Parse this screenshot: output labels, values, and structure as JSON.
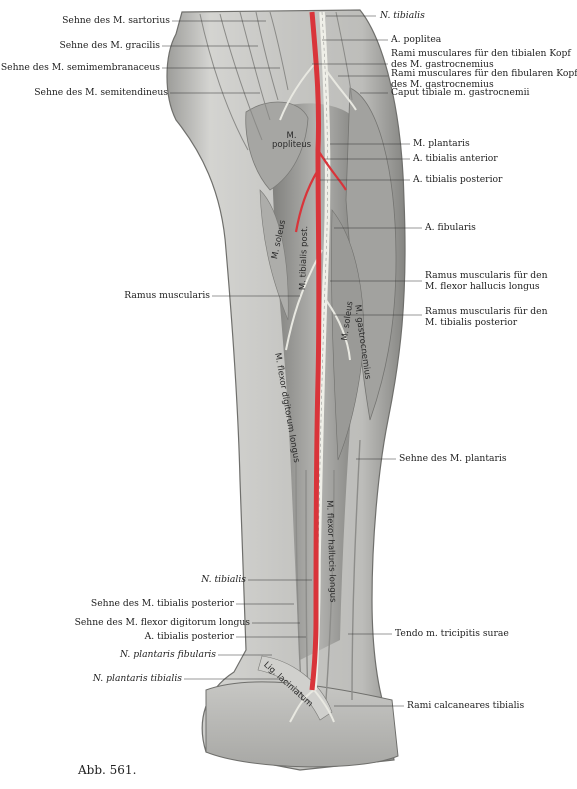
{
  "figure_label": "Abb. 561.",
  "labels_left": [
    {
      "id": "sartorius",
      "text": "Sehne des M. sartorius",
      "italic": false
    },
    {
      "id": "gracilis",
      "text": "Sehne des M. gracilis",
      "italic": false
    },
    {
      "id": "semimembranaceus",
      "text": "Sehne des M. semimembranaceus",
      "italic": false
    },
    {
      "id": "semitendineus",
      "text": "Sehne des M. semitendineus",
      "italic": false
    },
    {
      "id": "ramus-muscularis",
      "text": "Ramus muscularis",
      "italic": false
    },
    {
      "id": "n-tibialis-low",
      "text": "N. tibialis",
      "italic": true
    },
    {
      "id": "tendon-tib-post",
      "text": "Sehne des M. tibialis posterior",
      "italic": false
    },
    {
      "id": "tendon-flex-dig",
      "text": "Sehne des M. flexor digitorum longus",
      "italic": false
    },
    {
      "id": "a-tib-post-low",
      "text": "A. tibialis posterior",
      "italic": false
    },
    {
      "id": "n-plantaris-fib",
      "text": "N. plantaris fibularis",
      "italic": true
    },
    {
      "id": "n-plantaris-tib",
      "text": "N. plantaris tibialis",
      "italic": true
    }
  ],
  "labels_right": [
    {
      "id": "n-tibialis-top",
      "text": "N. tibialis",
      "italic": true
    },
    {
      "id": "a-poplitea",
      "text": "A. poplitea",
      "italic": false
    },
    {
      "id": "rami-tib",
      "text": "Rami musculares für den tibialen Kopf\ndes M. gastrocnemius",
      "italic": false
    },
    {
      "id": "rami-fib",
      "text": "Rami musculares für den fibularen Kopf\ndes M. gastrocnemius",
      "italic": false
    },
    {
      "id": "caput-tib",
      "text": "Caput tibiale m. gastrocnemii",
      "italic": false
    },
    {
      "id": "m-plantaris",
      "text": "M. plantaris",
      "italic": false
    },
    {
      "id": "a-tib-ant",
      "text": "A. tibialis anterior",
      "italic": false
    },
    {
      "id": "a-tib-post",
      "text": "A. tibialis posterior",
      "italic": false
    },
    {
      "id": "a-fibularis",
      "text": "A. fibularis",
      "italic": false
    },
    {
      "id": "ramus-flex-hall",
      "text": "Ramus muscularis für den\nM. flexor hallucis longus",
      "italic": false
    },
    {
      "id": "ramus-tib-post",
      "text": "Ramus muscularis für den\nM. tibialis posterior",
      "italic": false
    },
    {
      "id": "sehne-plantaris",
      "text": "Sehne des M. plantaris",
      "italic": false
    },
    {
      "id": "tendo-tric",
      "text": "Tendo m. tricipitis surae",
      "italic": false
    },
    {
      "id": "rami-calc",
      "text": "Rami calcaneares tibialis",
      "italic": false
    }
  ],
  "muscle_labels": [
    {
      "id": "popliteus",
      "text": "M.\npopliteus"
    },
    {
      "id": "soleus-left",
      "text": "M. soleus"
    },
    {
      "id": "tibialis-post",
      "text": "M. tibialis post."
    },
    {
      "id": "soleus-right",
      "text": "M. soleus"
    },
    {
      "id": "gastrocnemius",
      "text": "M. gastrocnemius"
    },
    {
      "id": "flexor-dig",
      "text": "M. flexor digitorum longus"
    },
    {
      "id": "flexor-hall",
      "text": "M. flexor hallucis longus"
    },
    {
      "id": "lig-lac",
      "text": "Lig. laciniatum"
    }
  ],
  "colors": {
    "artery": "#d9343a",
    "nerve": "#efefe8",
    "muscle": "#b9b9b6",
    "muscle_dark": "#8f8f8c",
    "skin_edge": "#6f6f6c",
    "leader": "#333333"
  }
}
